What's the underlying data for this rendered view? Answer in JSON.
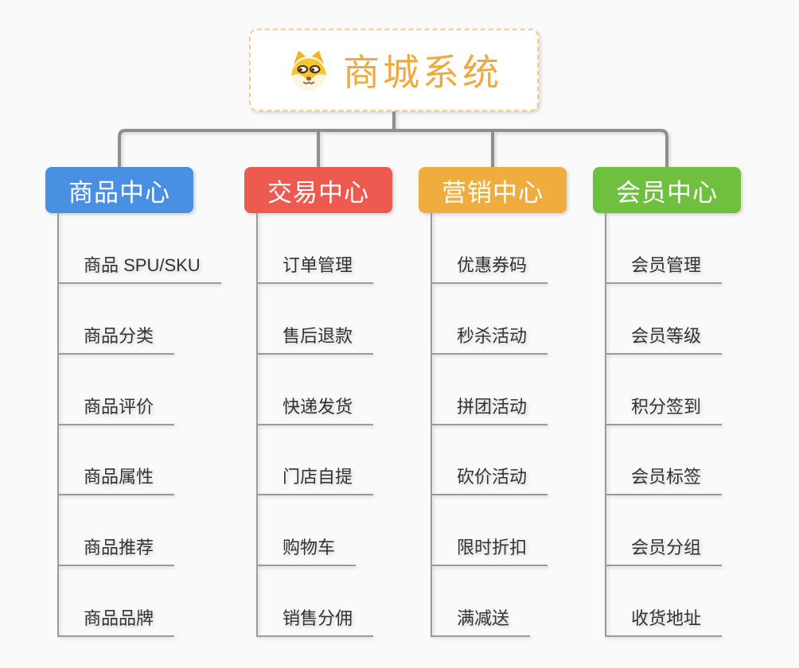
{
  "background_color": "#FAFAFA",
  "connector_color": "#8F8F8F",
  "leaf_line_color": "#9A9A9A",
  "leaf_text_color": "#333333",
  "root": {
    "title": "商城系统",
    "icon": "shiba-dog-icon",
    "text_color": "#F0A93C",
    "border_color": "#F5CB8B"
  },
  "branches": [
    {
      "label": "商品中心",
      "color": "#4A90E2",
      "children": [
        "商品 SPU/SKU",
        "商品分类",
        "商品评价",
        "商品属性",
        "商品推荐",
        "商品品牌"
      ]
    },
    {
      "label": "交易中心",
      "color": "#ED5A50",
      "children": [
        "订单管理",
        "售后退款",
        "快递发货",
        "门店自提",
        "购物车",
        "销售分佣"
      ]
    },
    {
      "label": "营销中心",
      "color": "#EFAD3D",
      "children": [
        "优惠券码",
        "秒杀活动",
        "拼团活动",
        "砍价活动",
        "限时折扣",
        "满减送"
      ]
    },
    {
      "label": "会员中心",
      "color": "#6FC03E",
      "children": [
        "会员管理",
        "会员等级",
        "积分签到",
        "会员标签",
        "会员分组",
        "收货地址"
      ]
    }
  ]
}
